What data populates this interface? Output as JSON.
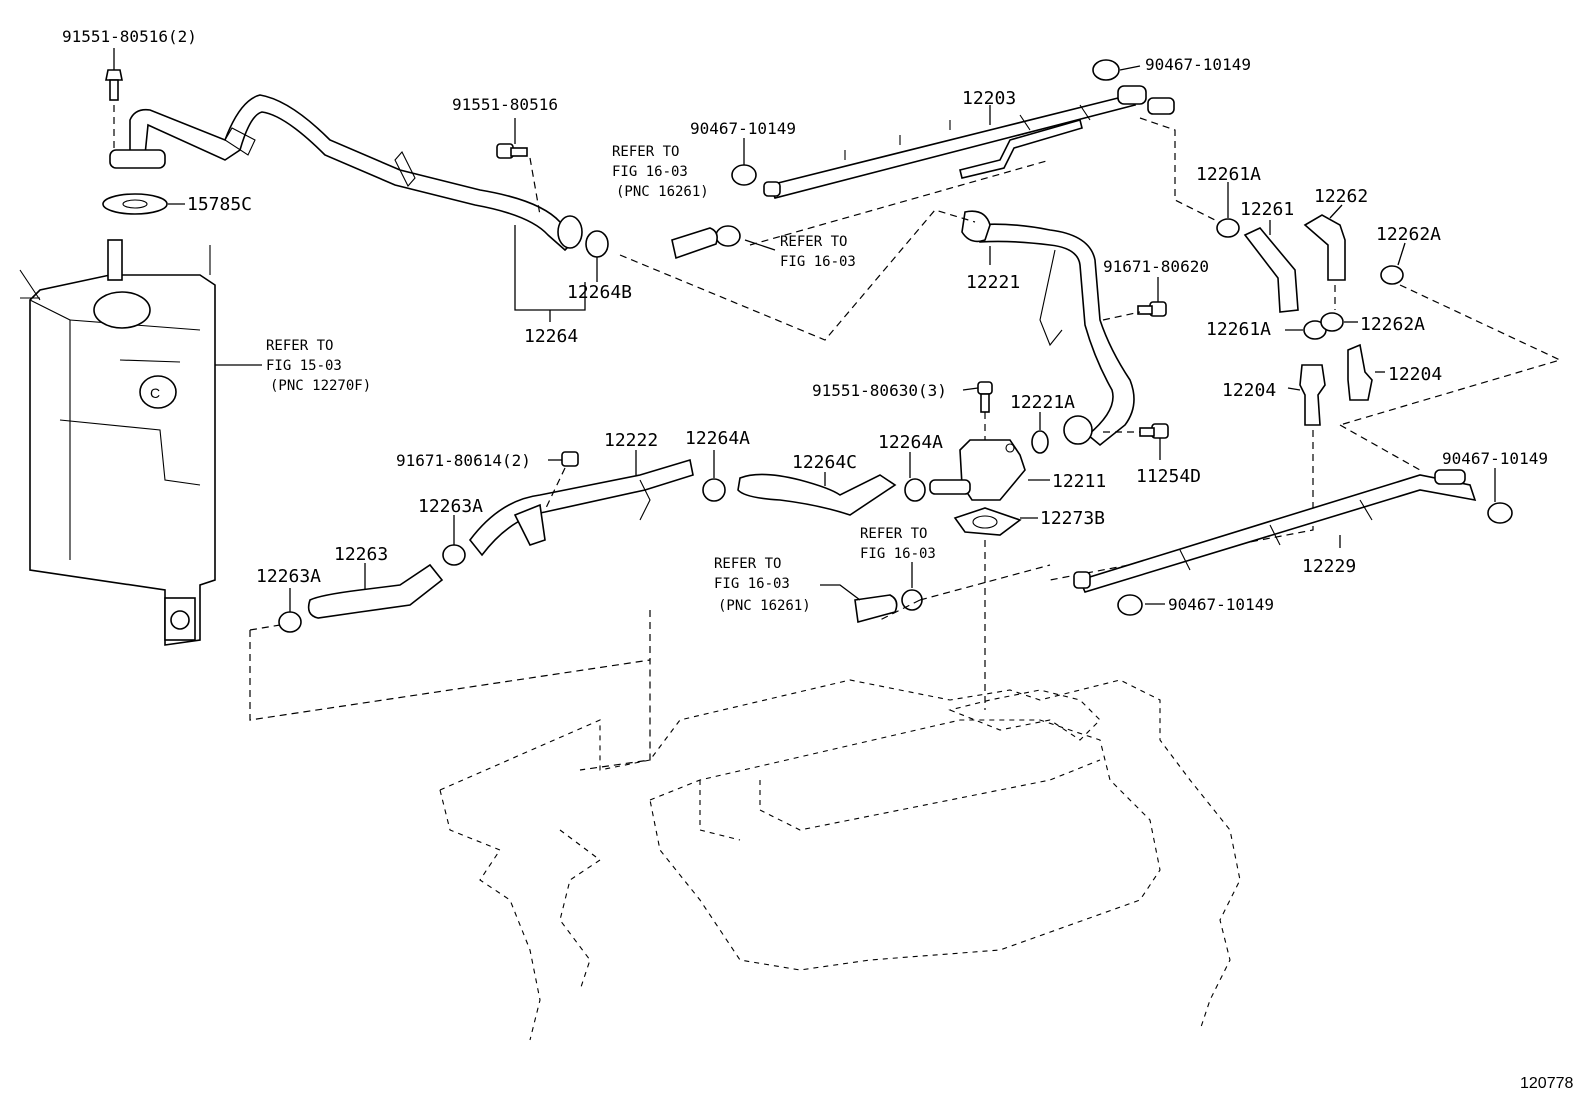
{
  "labels": {
    "p91551_80516_2": "91551-80516(2)",
    "p15785C": "15785C",
    "p91551_80516": "91551-80516",
    "p12264B": "12264B",
    "p12264": "12264",
    "p90467_10149_a": "90467-10149",
    "p90467_10149_b": "90467-10149",
    "p90467_10149_c": "90467-10149",
    "p90467_10149_d": "90467-10149",
    "p12203": "12203",
    "p12261A_top": "12261A",
    "p12261": "12261",
    "p12262": "12262",
    "p12262A_top": "12262A",
    "p12221": "12221",
    "p91671_80620": "91671-80620",
    "p12261A_mid": "12261A",
    "p12262A_mid": "12262A",
    "p12204_right": "12204",
    "p12204_left": "12204",
    "p91551_80630_3": "91551-80630(3)",
    "p12221A": "12221A",
    "p11254D": "11254D",
    "p12211": "12211",
    "p12273B": "12273B",
    "p91671_80614_2": "91671-80614(2)",
    "p12222": "12222",
    "p12264A_a": "12264A",
    "p12264A_b": "12264A",
    "p12264C": "12264C",
    "p12263A_top": "12263A",
    "p12263": "12263",
    "p12263A_bot": "12263A",
    "p12229": "12229"
  },
  "references": {
    "ref_tank": [
      "REFER TO",
      "FIG 15-03",
      "(PNC 12270F)"
    ],
    "ref_top_left": [
      "REFER TO",
      "FIG 16-03",
      "(PNC 16261)"
    ],
    "ref_top_right": [
      "REFER TO",
      "FIG 16-03"
    ],
    "ref_mid": [
      "REFER TO",
      "FIG 16-03"
    ],
    "ref_bottom": [
      "REFER TO",
      "FIG 16-03",
      "(PNC 16261)"
    ]
  },
  "figure_id": "120778"
}
